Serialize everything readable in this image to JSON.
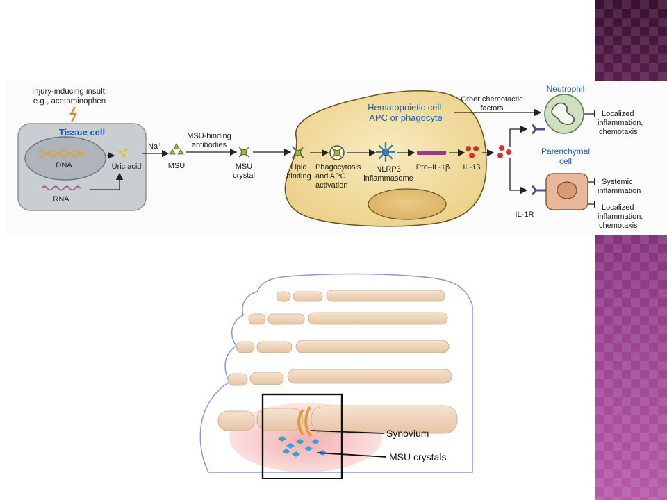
{
  "pathway": {
    "insult_line1": "Injury-inducing insult,",
    "insult_line2": "e.g., acetaminophen",
    "tissue_cell": "Tissue cell",
    "dna": "DNA",
    "rna": "RNA",
    "uric_acid": "Uric acid",
    "na": "Na",
    "na_sup": "+",
    "msu": "MSU",
    "msu_binding_line1": "MSU-binding",
    "msu_binding_line2": "antibodies",
    "msu_crystal_line1": "MSU",
    "msu_crystal_line2": "crystal",
    "hematopoietic_line1": "Hematopoietic cell:",
    "hematopoietic_line2": "APC or phagocyte",
    "lipid_line1": "Lipid",
    "lipid_line2": "binding",
    "phago_line1": "Phagocytosis",
    "phago_line2": "and APC",
    "phago_line3": "activation",
    "nlrp3_line1": "NLRP3",
    "nlrp3_line2": "inflammasome",
    "pro_il1b": "Pro–IL-1β",
    "il1b": "IL-1β",
    "other_line1": "Other chemotactic",
    "other_line2": "factors",
    "neutrophil": "Neutrophil",
    "parenchymal_line1": "Parenchymal",
    "parenchymal_line2": "cell",
    "il1r": "IL-1R",
    "out1_line1": "Localized",
    "out1_line2": "inflammation,",
    "out1_line3": "chemotaxis",
    "out2_line1": "Systemic",
    "out2_line2": "inflammation",
    "out3_line1": "Localized",
    "out3_line2": "inflammation,",
    "out3_line3": "chemotaxis"
  },
  "foot": {
    "synovium": "Synovium",
    "msu_crystals": "MSU crystals"
  },
  "colors": {
    "tissue_cell_fill": "#c9ced3",
    "hematopoietic_fill": "#f3dfa0",
    "neutrophil_fill": "#cfe0c2",
    "parenchymal_fill": "#e8b89a",
    "label_blue": "#1f5fae",
    "il1b_red": "#d8302a",
    "accent_purple": "#8f3a86"
  }
}
